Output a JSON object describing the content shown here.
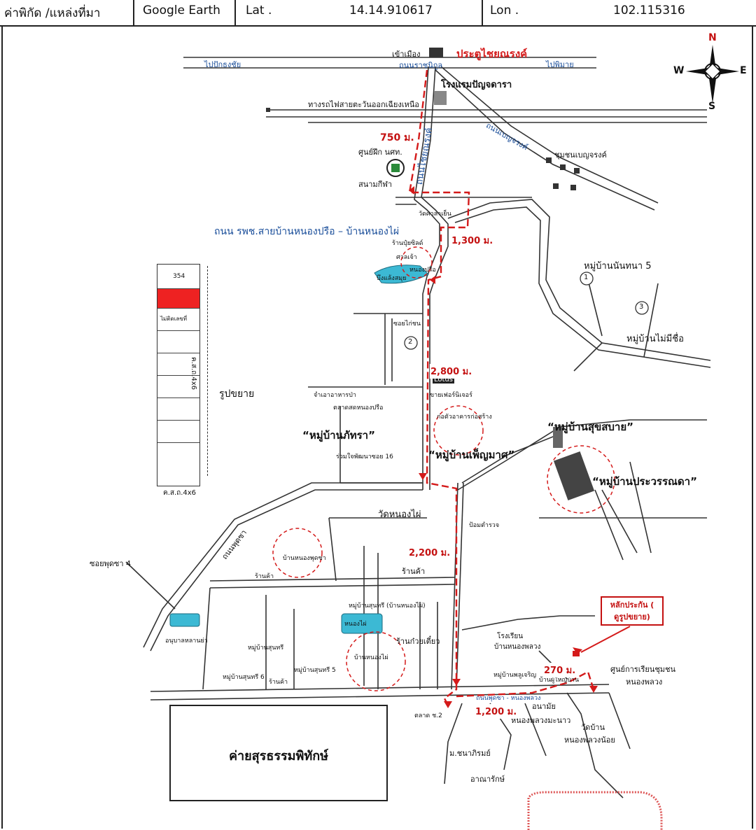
{
  "header": {
    "coord_label": "ค่าพิกัด /แหล่งที่มา",
    "source": "Google Earth",
    "lat_label": "Lat .",
    "lat_value": "14.14.910617",
    "lon_label": "Lon .",
    "lon_value": "102.115316"
  },
  "compass": {
    "n": "N",
    "s": "S",
    "e": "E",
    "w": "W"
  },
  "roads": {
    "to_pakthongchai": "ไปปักธงชัย",
    "highway_top": "ประตูไชยณรงค์",
    "to_city": "เข้าเมือง",
    "nakhon_rd": "ถนนราชนิกูล",
    "to_chokchai": "ไปพิมาย",
    "railway": "ทางรถไฟสายตะวันออกเฉียงเหนือ",
    "hotel": "โรงแรมปัญจดารา",
    "benjarong_rd": "ถนนเบญจรงค์",
    "chaiyanarong_rd": "ถนนไชยณรงค์",
    "nong_rd": "ถนน รพช.สายบ้านหนองปรือ – บ้านหนองไผ่",
    "phutsa4": "ซอยพุดซา 4",
    "chongkan": "ถนนพุดซา"
  },
  "places": {
    "training_center": "ศูนย์ฝึก นศท.",
    "stadium": "สนามกีฬา",
    "wat_sala": "วัดศาลาเย็น",
    "benjarong_comm": "ชุมชนเบญจรงค์",
    "shop_pepsi": "ร้านปุ๋ยซิลด์",
    "shrine": "ศาลเจ้า",
    "nong_prue": "หนองปรือ",
    "pond": "บึงแล้งสมุย",
    "village5": "หมู่บ้านนันทนา 5",
    "village3": "หมู่บ้านไม่มีชื่อ",
    "num1": "1",
    "num2": "2",
    "num3": "3",
    "soi": "ซอยไก่ชน",
    "lotus": "Lotus",
    "restaurant": "จำเอาอาหารป่า",
    "market": "ตลาดสดหนองปรือ",
    "furniture": "ขายเฟอร์นิเจอร์",
    "construction": "ก่อตัวอาคารก่อสร้าง",
    "phatthara": "“หมู่บ้านภัทรา”",
    "soi16": "ร่วมใจพัฒนาซอย 16",
    "phenmas": "“หมู่บ้านเพ็ญมาศ”",
    "suksabai": "“หมู่บ้านสุขสบาย”",
    "prawanda": "“หมู่บ้านประวรรณดา”",
    "wat_nongphai": "วัดหนองไผ่",
    "police": "ป้อมตำรวจ",
    "nong_phutsa": "บ้านหนองพุดซา",
    "shop1": "ร้านค้า",
    "shop2": "ร้านค้า",
    "shop3": "ร้านค้า",
    "village_sunpri": "หมู่บ้านสุนทรี (บ้านหนองไผ่)",
    "nong_phai_pond": "หนองไผ่",
    "noodle": "ร้านก๋วยเตี๋ยว",
    "ban_nongphai": "บ้านหนองไผ่",
    "school_park": "อนุบาลหลานย่า",
    "v_sunpri": "หมู่บ้านสุนทรี",
    "v_sunpri6": "หมู่บ้านสุนทรี 6",
    "v_sunpri5": "หมู่บ้านสุนทรี 5",
    "school": "โรงเรียน",
    "ban_nongpluang": "บ้านหนองพลวง",
    "v_pluang": "หมู่บ้านพลูเจริญ",
    "ban_phuyai": "บ้านผู้ใหญ่บ้าน",
    "learning": "ศูนย์การเรียนชุมชน",
    "learning2": "หนองพลวง",
    "health": "อนามัย",
    "nongpluang_manao": "หนองพลวงมะนาว",
    "wat_ban": "วัดบ้าน",
    "wat_ban2": "หนองพลวงน้อย",
    "market2": "ตลาด ช.2",
    "chanaphirom": "ม.ชนาภิรมย์",
    "anarak": "อาณารักษ์",
    "road_bottom": "ถนนพุดซา - หนองพลวง"
  },
  "legend": {
    "top_num": "354",
    "unknown": "ไม่ติดเลขที่",
    "vert": "ค.ส.ถ.4x6",
    "bottom": "ค.ส.ถ.4x6",
    "title": "รูปขยาย"
  },
  "guarantee": {
    "line1": "หลักประกัน (",
    "line2": "ดูรูปขยาย)"
  },
  "camp": "ค่ายสุรธรรมพิทักษ์",
  "distances": {
    "d750": "750 ม.",
    "d1300": "1,300 ม.",
    "d2800": "2,800 ม.",
    "d2200": "2,200 ม.",
    "d1200": "1,200 ม.",
    "d270": "270 ม."
  },
  "colors": {
    "route": "#d41a1a",
    "road": "#333333",
    "water": "#3cb9d4",
    "title_red": "#d41a1a"
  }
}
